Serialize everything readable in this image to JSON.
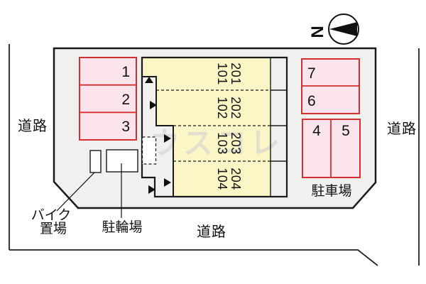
{
  "site_plan": {
    "compass": {
      "label": "N"
    },
    "watermark": "ウスコレ",
    "roads": {
      "left": "道路",
      "right": "道路",
      "bottom": "道路"
    },
    "building": {
      "rooms": [
        {
          "upper": "201",
          "lower": "101"
        },
        {
          "upper": "202",
          "lower": "102"
        },
        {
          "upper": "203",
          "lower": "103"
        },
        {
          "upper": "204",
          "lower": "104"
        }
      ]
    },
    "parking": {
      "left_spaces": [
        "1",
        "2",
        "3"
      ],
      "right_upper_spaces": [
        "7",
        "6"
      ],
      "right_lower_spaces": [
        "4",
        "5"
      ],
      "car_area_label": "駐車場",
      "bicycle_area_label": "駐輪場",
      "bike_area_label_line1": "バイク",
      "bike_area_label_line2": "置場"
    },
    "colors": {
      "site_fill": "#f0f0ee",
      "building_fill": "#fbf6c6",
      "parking_fill": "#fce4ec",
      "parking_border": "#d32f2f",
      "line": "#1a1a1a"
    }
  }
}
